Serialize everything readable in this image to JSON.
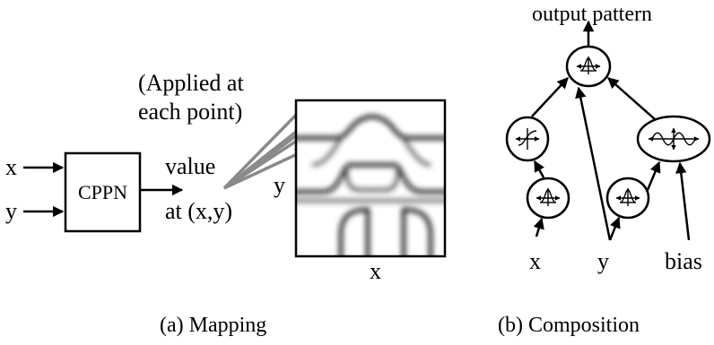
{
  "mapping": {
    "input_x": "x",
    "input_y": "y",
    "cppn_label": "CPPN",
    "value_line1": "value",
    "value_line2": "at (x,y)",
    "applied_line1": "(Applied at",
    "applied_line2": "each point)",
    "axis_y": "y",
    "axis_x": "x",
    "caption": "(a) Mapping"
  },
  "composition": {
    "output_label": "output pattern",
    "input_x": "x",
    "input_y": "y",
    "input_bias": "bias",
    "caption": "(b) Composition",
    "node_functions": [
      "gaussian",
      "sigmoid",
      "sine",
      "gaussian",
      "gaussian"
    ]
  },
  "colors": {
    "ink": "#000000",
    "arrow_grey": "#8a8a8a",
    "background": "#ffffff"
  }
}
